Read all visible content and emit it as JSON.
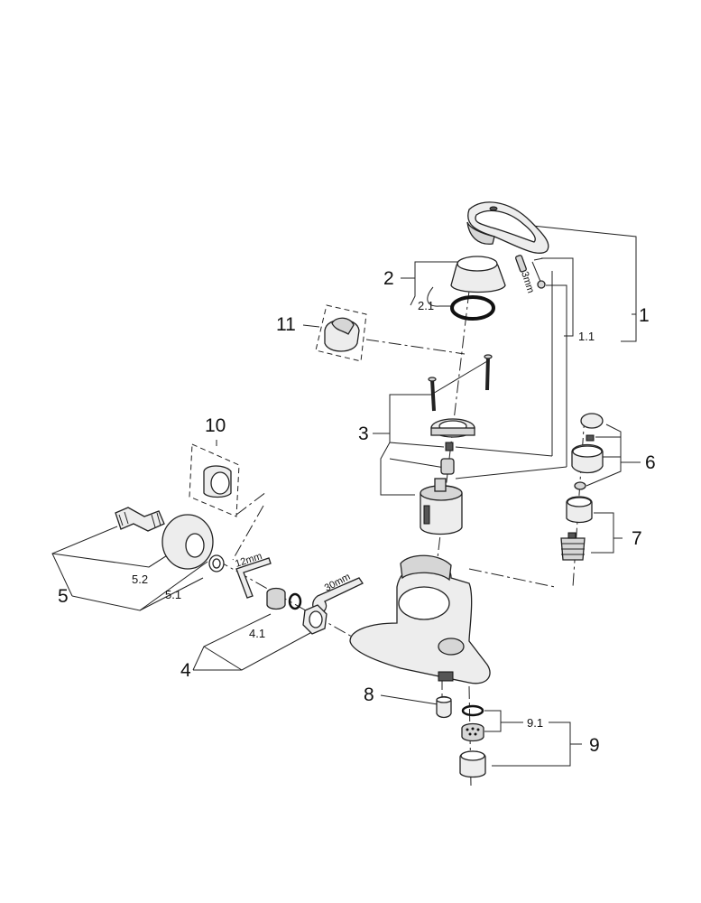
{
  "diagram": {
    "callouts": {
      "c1": "1",
      "c1_1": "1.1",
      "c2": "2",
      "c2_1": "2.1",
      "c3": "3",
      "c4": "4",
      "c4_1": "4.1",
      "c5": "5",
      "c5_1": "5.1",
      "c5_2": "5.2",
      "c6": "6",
      "c7": "7",
      "c8": "8",
      "c9": "9",
      "c9_1": "9.1",
      "c10": "10",
      "c11": "11"
    },
    "tool_sizes": {
      "hex_key_small": "3mm",
      "hex_key_medium": "12mm",
      "wrench": "30mm"
    }
  }
}
